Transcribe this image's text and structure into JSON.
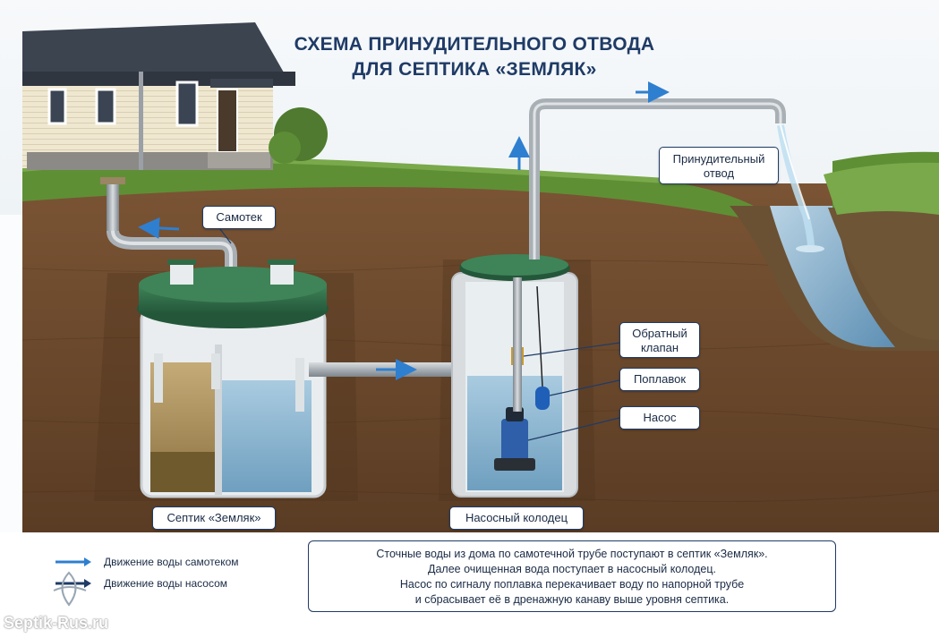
{
  "title": {
    "line1": "СХЕМА ПРИНУДИТЕЛЬНОГО ОТВОДА",
    "line2": "ДЛЯ СЕПТИКА «ЗЕМЛЯК»"
  },
  "labels": {
    "gravity": "Самотек",
    "forced": "Принудительный отвод",
    "check_valve": "Обратный клапан",
    "float": "Поплавок",
    "pump": "Насос",
    "septic": "Септик «Земляк»",
    "pump_well": "Насосный колодец"
  },
  "info": [
    "Сточные воды из дома по самотечной трубе поступают в септик «Земляк».",
    "Далее очищенная вода поступает в насосный колодец.",
    "Насос по сигналу поплавка перекачивает воду по напорной трубе",
    "и сбрасывает её в дренажную канаву выше уровня септика."
  ],
  "legend": {
    "gravity_flow": "Движение воды самотеком",
    "pump_flow": "Движение воды насосом"
  },
  "watermark": "Septik-Rus.ru",
  "colors": {
    "accent": "#1f3b66",
    "flow_arrow": "#2f7fd0",
    "lid_green": "#2f6b45",
    "soil": "#6b4a2e",
    "grass": "#5f8f35",
    "water": "#8fb9d6"
  },
  "icons": {
    "flow_arrow": "arrow-right-icon",
    "logo": "logo-icon"
  }
}
